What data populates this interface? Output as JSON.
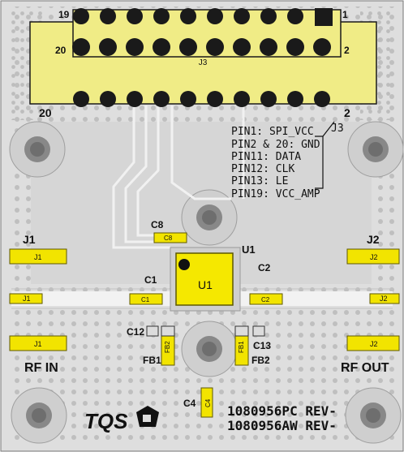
{
  "connector_j3": {
    "ref": "J3",
    "pin_labels": {
      "top_left": "19",
      "top_right": "1",
      "mid_left": "20",
      "mid_right": "2",
      "bottom_left": "20",
      "bottom_right": "2"
    }
  },
  "pinout_notes": [
    "PIN1: SPI_VCC",
    "PIN2 & 20: GND",
    "PIN11: DATA",
    "PIN12: CLK",
    "PIN13: LE",
    "PIN19: VCC_AMP"
  ],
  "pinout_ref": "J3",
  "connectors": {
    "j1": "J1",
    "j2": "J2"
  },
  "io_labels": {
    "rf_in": "RF IN",
    "rf_out": "RF OUT"
  },
  "components": {
    "u1": "U1",
    "c1": "C1",
    "c2": "C2",
    "c4": "C4",
    "c8": "C8",
    "c12": "C12",
    "c13": "C13",
    "fb1": "FB1",
    "fb2": "FB2"
  },
  "logo": "TQS",
  "revision_lines": [
    "1080956PC REV-",
    "1080956AW REV-"
  ],
  "colors": {
    "board": "#dcdcdc",
    "copper": "#d0d0d0",
    "trace": "#ececec",
    "pad_yellow": "#f5e800",
    "j3_highlight": "#f2ee8a",
    "pad_outline": "#6a6200"
  }
}
